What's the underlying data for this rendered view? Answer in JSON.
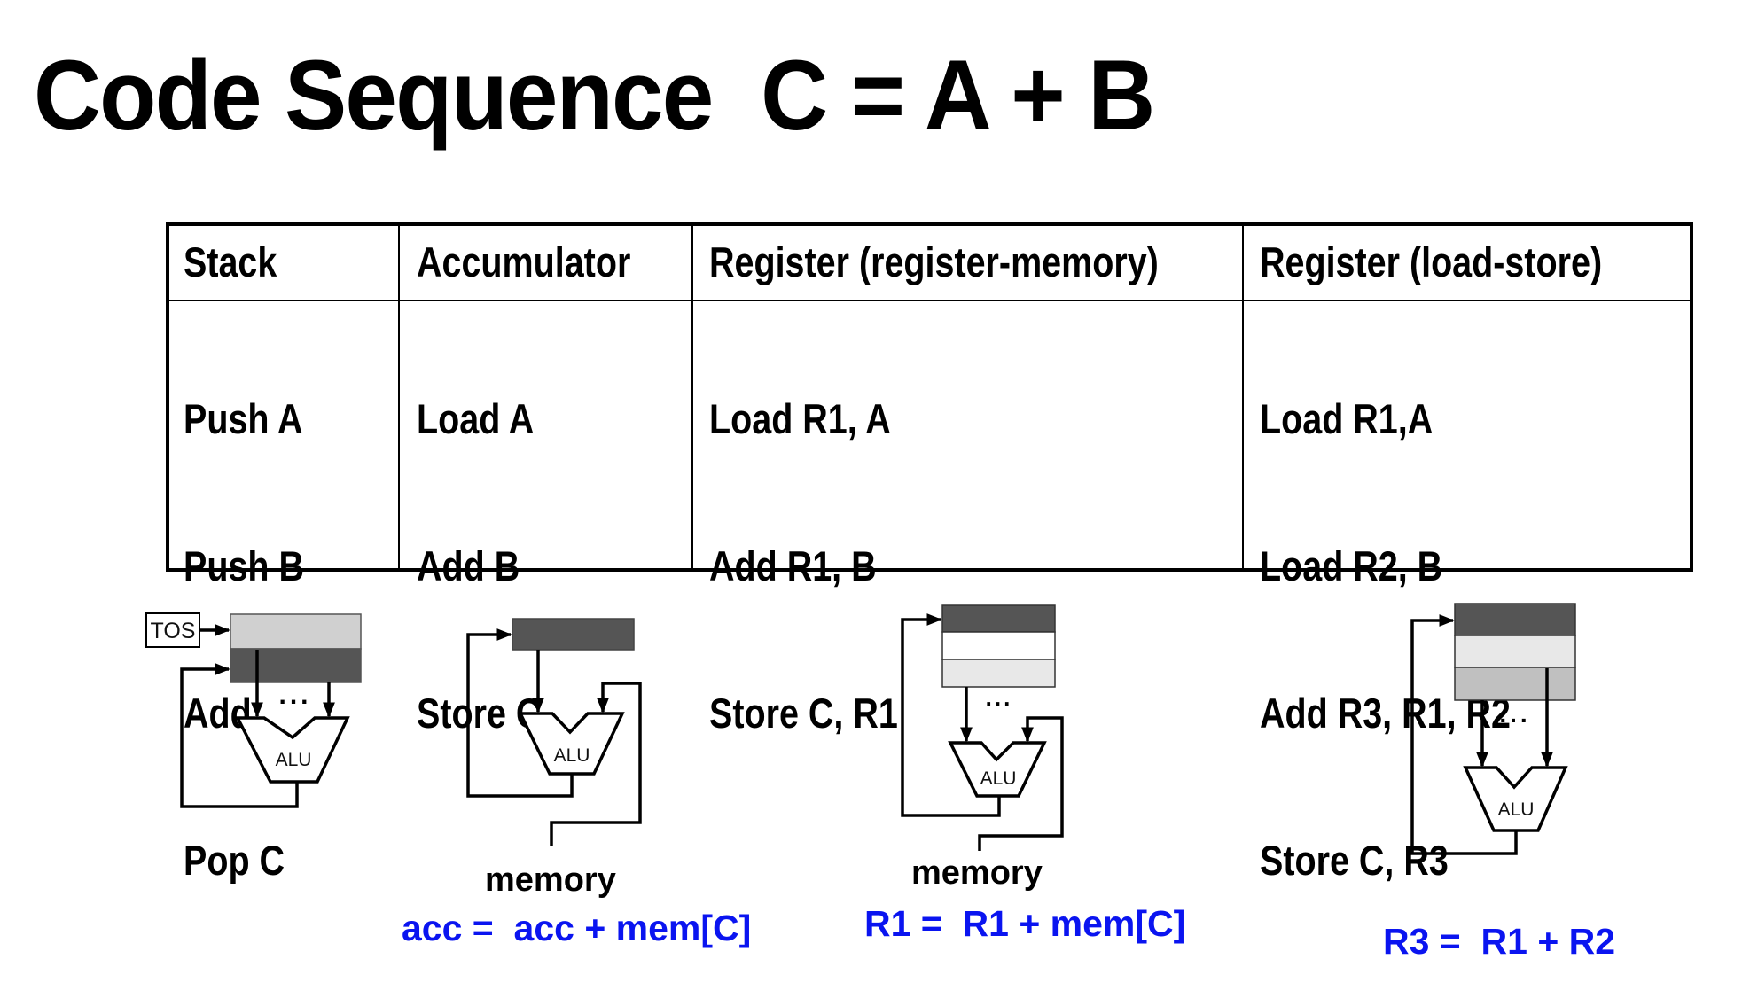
{
  "title": "Code Sequence  C = A + B",
  "table": {
    "headers": [
      "Stack",
      "Accumulator",
      "Register (register-memory)",
      "Register (load-store)"
    ],
    "columns": [
      [
        "Push A",
        "Push B",
        "Add",
        "Pop C"
      ],
      [
        "Load A",
        "Add B",
        "Store C"
      ],
      [
        "Load R1, A",
        "Add R1, B",
        "Store C, R1"
      ],
      [
        "Load R1,A",
        "Load R2, B",
        "Add R3, R1, R2",
        "Store C, R3"
      ]
    ]
  },
  "diagrams": {
    "stack": {
      "tos_label": "TOS",
      "alu_label": "ALU",
      "ellipsis": "..."
    },
    "accumulator": {
      "alu_label": "ALU",
      "memory_label": "memory",
      "caption": "acc =  acc + mem[C]"
    },
    "register_memory": {
      "alu_label": "ALU",
      "ellipsis": "...",
      "memory_label": "memory",
      "caption": "R1 =  R1 + mem[C]"
    },
    "load_store": {
      "alu_label": "ALU",
      "ellipsis": "...",
      "caption": "R3 =  R1 + R2"
    }
  },
  "colors": {
    "caption_blue": "#0a14f0",
    "register_dark": "#555555",
    "register_light": "#d0d0d0",
    "register_lighter": "#e8e8e8",
    "register_mid": "#c0c0c0"
  }
}
